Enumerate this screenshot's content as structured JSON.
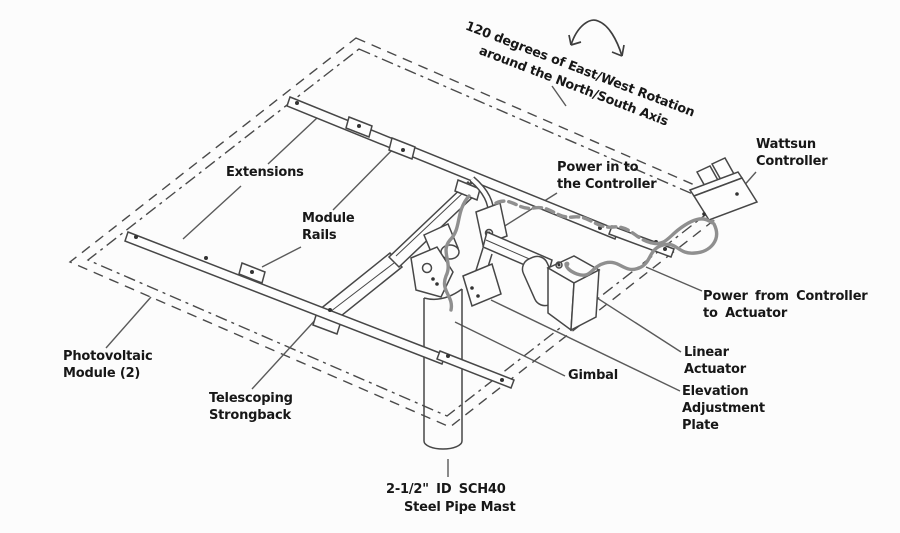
{
  "rotation_note": {
    "line1": "120 degrees of East/West Rotation",
    "line2": "around the North/South Axis"
  },
  "labels": {
    "wattsun_controller": {
      "lines": [
        "Wattsun",
        "Controller"
      ]
    },
    "power_in": {
      "lines": [
        "Power in to",
        "the Controller"
      ]
    },
    "extensions": {
      "lines": [
        "Extensions"
      ]
    },
    "module_rails": {
      "lines": [
        "Module",
        "Rails"
      ]
    },
    "photovoltaic": {
      "lines": [
        "Photovoltaic",
        "Module (2)"
      ]
    },
    "telescoping": {
      "lines": [
        "Telescoping",
        "Strongback"
      ]
    },
    "gimbal": {
      "lines": [
        "Gimbal"
      ]
    },
    "power_from": {
      "lines": [
        "Power  from  Controller",
        "to  Actuator"
      ]
    },
    "linear_actuator": {
      "lines": [
        "Linear",
        "Actuator"
      ]
    },
    "elevation_plate": {
      "lines": [
        "Elevation",
        "Adjustment",
        "Plate"
      ]
    },
    "pipe_mast": {
      "lines": [
        "2-1/2\" ID SCH40",
        "Steel Pipe Mast"
      ]
    }
  },
  "colors": {
    "line": "#474747",
    "leader": "#5a5a5a",
    "cable": "#8f8f8f",
    "text": "#171717",
    "background": "#fcfcfc"
  }
}
